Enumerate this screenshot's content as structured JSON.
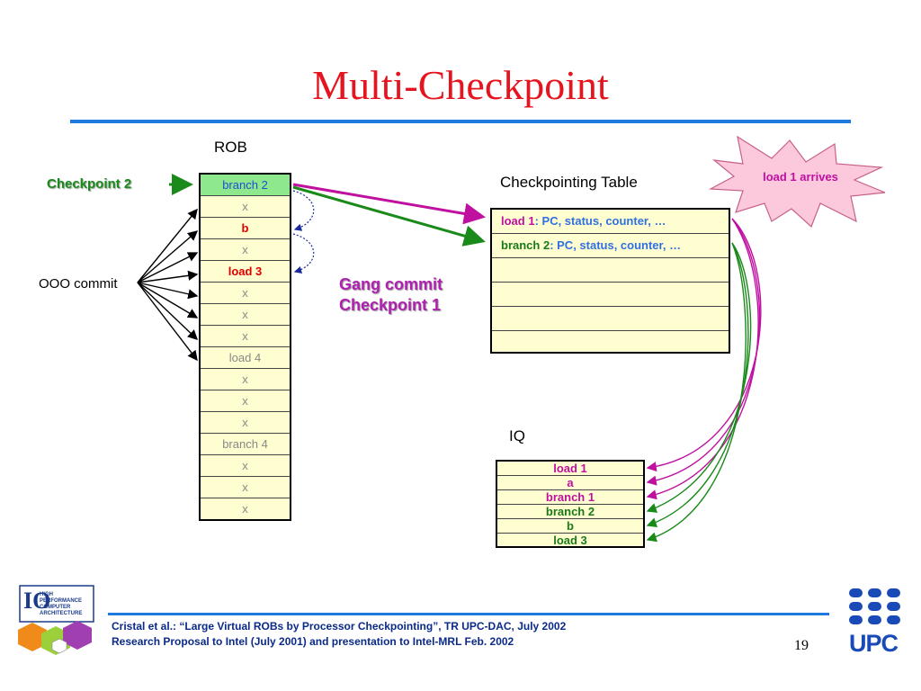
{
  "title": "Multi-Checkpoint",
  "rob": {
    "label": "ROB",
    "entries": [
      "branch 2",
      "x",
      "b",
      "x",
      "load 3",
      "x",
      "x",
      "x",
      "load 4",
      "x",
      "x",
      "x",
      "branch 4",
      "x",
      "x",
      "x"
    ]
  },
  "checkpoint_label": "Checkpoint 2",
  "ooo_commit_label": "OOO commit",
  "gang_commit": {
    "line1": "Gang commit",
    "line2": "Checkpoint 1"
  },
  "checkpointing_table": {
    "label": "Checkpointing Table",
    "rows": [
      {
        "name": "load 1",
        "rest": ": PC, status, counter, …"
      },
      {
        "name": "branch 2",
        "rest": ": PC, status, counter, …"
      },
      {
        "name": "",
        "rest": ""
      },
      {
        "name": "",
        "rest": ""
      },
      {
        "name": "",
        "rest": ""
      },
      {
        "name": "",
        "rest": ""
      }
    ]
  },
  "iq": {
    "label": "IQ",
    "entries": [
      "load 1",
      "a",
      "branch 1",
      "branch 2",
      "b",
      "load 3"
    ]
  },
  "event_burst": "load 1 arrives",
  "footer": {
    "line1": "Cristal et al.: “Large Virtual ROBs by Processor Checkpointing”, TR UPC-DAC, July 2002",
    "line2": "Research Proposal  to Intel (July 2001) and  presentation to Intel-MRL Feb. 2002",
    "page": "19"
  },
  "logos": {
    "hpc_io": "IO",
    "hpc_text": "HIGH PERFORMANCE COMPUTER ARCHITECTURE",
    "upc": "UPC"
  },
  "colors": {
    "title": "#e6141e",
    "rule": "#1f7ae0",
    "magenta": "#c010a0",
    "green": "#1a7a1a",
    "rob_fill": "#fffed0",
    "rob_highlight": "#8ee88e"
  }
}
